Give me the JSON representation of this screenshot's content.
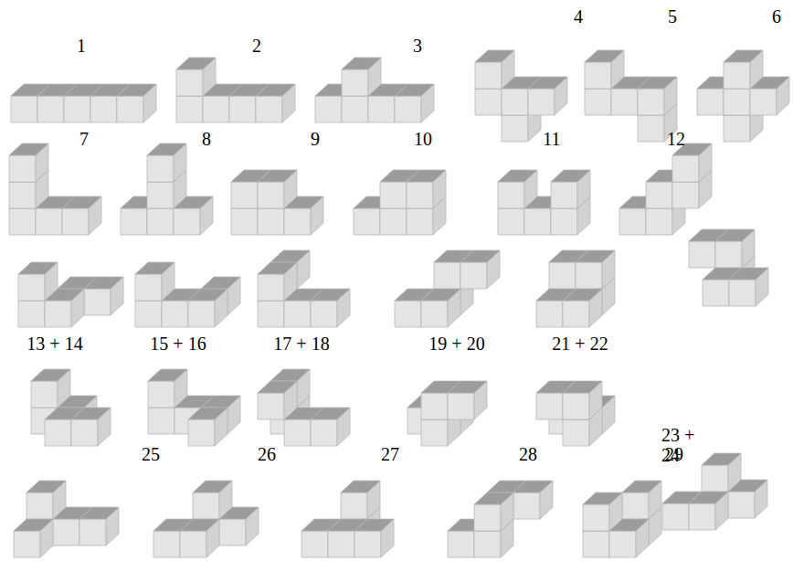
{
  "diagram": {
    "labels": [
      "1",
      "2",
      "3",
      "4",
      "5",
      "6",
      "7",
      "8",
      "9",
      "10",
      "11",
      "12",
      "13 + 14",
      "15 + 16",
      "17 + 18",
      "19 + 20",
      "21 + 22",
      "23 + 24",
      "25",
      "26",
      "27",
      "28",
      "29"
    ]
  }
}
